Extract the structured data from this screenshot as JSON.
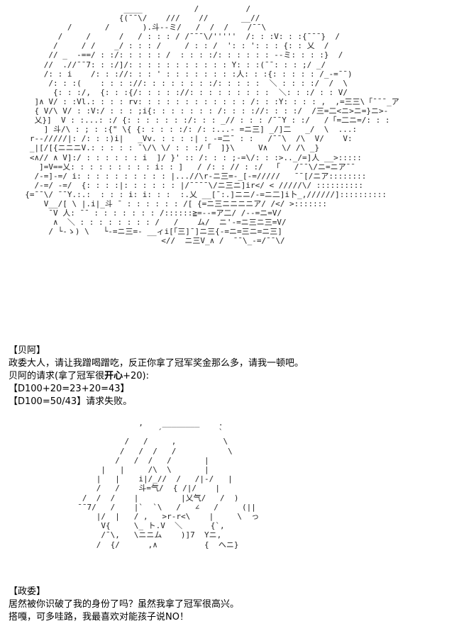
{
  "art": {
    "top": [
      "                       ____           /          /                  ",
      "                      {(¯¯\\/    ///    //       __//              ",
      "           /       /       ).斗--ミ/   /  /  /    /¯¯\\           ",
      "         /     /      /   / : : : / /¯¯¯\\/'''''  /: : :V: : :{¯¯¯}  /  ",
      "        /     / /    _/ : : : /     / : : /  ': : ': : : {: : 乂  /    ",
      "       // _  -==/ : :/: : : : : /  : : : :/: : : : : : --ミ: : : :}  /",
      "      //  .//¯¯7: : :/]/: : : : : : : : : : : Y: : :(¯¯: : : ;/ _/  ",
      "      /: : i    /: : ://: : : ' : : : : : : : :人: : :{: : : : : /_-=¯¯)",
      "       /: : :(    : : : ://: : : : : : : :/: : : : :  ＼ : : : :/  /  \\",
      "        {: : :/,  {: : :{/: : : : ://: : : : : : : : :  ＼: : :/ : : V/",
      "    ]∧ V/ : :Vl.: : : : rv: : : : : : : : : : : : /: : :Y: : : : ,  ,=三三\\「¯¯¯_ア",
      "    { V/\\ V/ : :V:/ : : : ;i{: : : : : : : /: : : ://: : : :/  /三=二<ニ>ニ=}ニ>-",
      "    乂}]  V : :...: :/ {: : : : : : :/: : : _// : : : /¯¯Y : :/   /「=二ニ=/: : :",
      "      ] 斗/\\ : ; : :{\" \\{ {: : : : :/: /: :...- =ニ三] _/]二   _/  \\  ...:",
      "   r--/////|: /: : :)i|   _Vv. : : : :| : -=二¯ : :   /¯¯\\  /\\  V/    V: ",
      "   _|[/[{ニニニV.: : : : : ¯\\/\\ \\/ : : :/「  ]}\\     V∧   \\/ /\\ _}  ",
      "   <∧// ∧ V]:/ : : : : : : i  ]/ }' :: /: : : ;-=\\/: : :>.._/=]人 __>:::::",
      "     ]=V==乂: : : : : : : : : i: : ]   / /: : // : :/  「   /¯¯\\/ニ=ニア¯¯",
      "    /-=]-=/ i: : : : : : : : : : |...//\\r-ニ三=-_[-=/////   ¯¯[/ニア::::::::",
      "    /-=/ -=/  {: : : :|: : : : : : |/¯¯¯¯\\/ニ三ニ]ir</ < /////\\/ ::::::::::",
      "  {=¯¯\\/ ¯¯Y.:.:  : : : i: i: : :  :.乂 __[¯:.]ニニ/-=ニ二]i卜_,//////]::::::::::",
      "      V__/[ \\ |.i|_斗 ¯ : : : : : : /[ {=ニ三ニニニニア/ /</ >:::::::",
      "       ¯V 人: ¯¯ : : : : : : : /::::::≧=--=ア二/ /--=ニ=V/",
      "        ∧  ＼ : : : : : : : : /   /    ム/  ニ'-=ニ三ニ三=V/",
      "       / └-ゝ) \\   └-=ニ三=- __ィi[「三]¯]ニ三{-=ニ=三ニ=ニ三]",
      "                               <//  ニ三V_∧ /  ¯¯\\_-=/¯¯\\/ "
    ],
    "bottom": [
      "               ,    ________    .                 ",
      "                   ´            `                 ",
      "            /   /     ,          \\               ",
      "           /   /  /   /           \\             ",
      "          /   /  /   /       |                 ",
      "       |   |     /\\  \\       |                  ",
      "      |   |    i|/_//  /   /|-/   |              ",
      "      /   /    斗=气/  { /|/    |               ",
      "   /  /  /    |         |乂气/   /  )            ",
      "  ¯¯7/   /    |`  `\\   /   ∠   /     (||        ",
      "      |/  |   / ,   >r-r<\\    |     \\  っ        ",
      "       V{     \\_ ト.V  ＼      {`,              ",
      "       /¯\\,   \\ニニム    )]7  Yニ,               ",
      "      /  {/      ,∧          {  へニ}           "
    ]
  },
  "dialog_1": {
    "speaker": "【贝阿】",
    "line1": "政委大人，请让我蹭喝蹭吃，反正你拿了冠军奖金那么多，请我一顿吧。",
    "line2_prefix": "贝阿的请求(拿了冠军很",
    "line2_bold": "开心",
    "line2_suffix": "+20):",
    "line3": "【D100+20=23+20=43】",
    "line4": "【D100=50/43】请求失败。"
  },
  "dialog_2": {
    "speaker": "【政委】",
    "line1": "居然被你识破了我的身份了吗？虽然我拿了冠军很高兴。",
    "line2": "搭嘎，可多哇路，我最喜欢对能孩子说NO！"
  }
}
